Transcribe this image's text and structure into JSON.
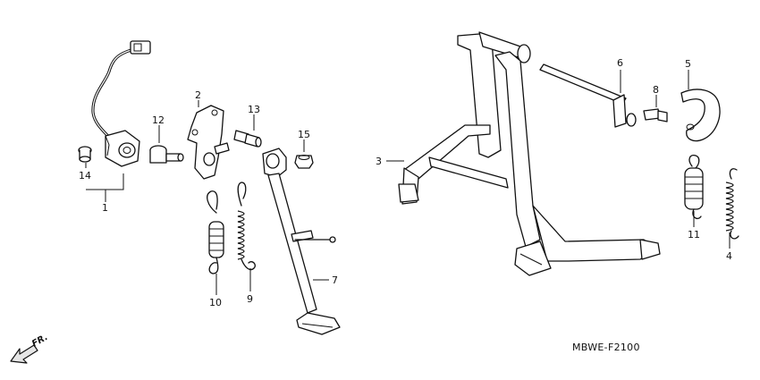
{
  "diagram": {
    "code": "MBWE-F2100",
    "direction": "FR.",
    "callouts": {
      "c1": "1",
      "c2": "2",
      "c3": "3",
      "c4": "4",
      "c5": "5",
      "c6": "6",
      "c7": "7",
      "c8": "8",
      "c9": "9",
      "c10": "10",
      "c11": "11",
      "c12": "12",
      "c13": "13",
      "c14": "14",
      "c15": "15"
    }
  }
}
